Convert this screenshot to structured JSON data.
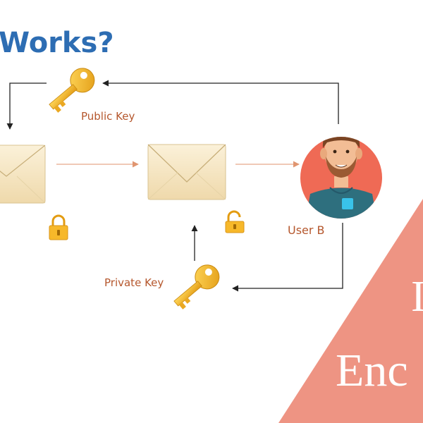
{
  "diagram": {
    "title": "Works?",
    "public_key_label": "Public Key",
    "private_key_label": "Private Key",
    "user_label": "User B",
    "icons": [
      "key-icon",
      "envelope-icon",
      "lock-icon",
      "unlock-icon",
      "user-avatar-icon"
    ]
  },
  "banner": {
    "line1": "I",
    "line2": "Enc",
    "color": "#ee9483"
  },
  "colors": {
    "title": "#2d6db3",
    "label": "#b5572d",
    "arrow_orange": "#e7a98a",
    "arrow_dark": "#222222",
    "envelope": "#f6e7c6",
    "key": "#f5b82e",
    "avatar_bg": "#ef6a55"
  }
}
